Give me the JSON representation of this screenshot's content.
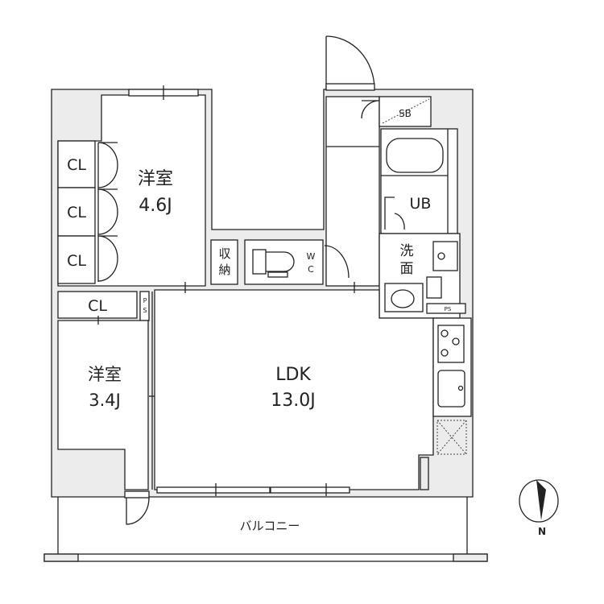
{
  "rooms": {
    "bedroom1": {
      "name": "洋室",
      "size": "4.6J"
    },
    "bedroom2": {
      "name": "洋室",
      "size": "3.4J"
    },
    "ldk": {
      "name": "LDK",
      "size": "13.0J"
    },
    "closet": "CL",
    "storage": [
      "収",
      "納"
    ],
    "toilet": [
      "W",
      "C"
    ],
    "bath": "UB",
    "washroom": [
      "洗",
      "面"
    ],
    "shoe_box": "SB",
    "pipe_space": "PS",
    "pipe_space_vertical": [
      "P",
      "S"
    ],
    "balcony": "バルコニー"
  },
  "compass": {
    "label": "N",
    "icon": "north-arrow-icon"
  },
  "colors": {
    "wall": "#ececec",
    "line": "#222222"
  }
}
